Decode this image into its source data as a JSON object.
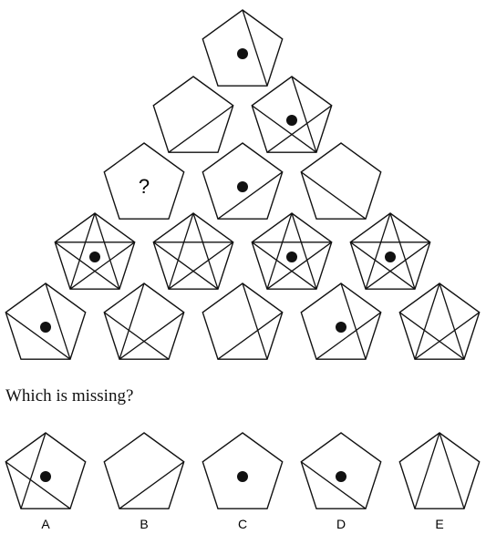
{
  "puzzle": {
    "missing_mark": "?",
    "question": "Which is missing?",
    "rows": [
      [
        {
          "lines": [
            [
              0,
              2
            ]
          ],
          "dot": true
        }
      ],
      [
        {
          "lines": [
            [
              1,
              3
            ]
          ],
          "dot": false
        },
        {
          "lines": [
            [
              0,
              2
            ],
            [
              1,
              3
            ],
            [
              4,
              2
            ]
          ],
          "dot": true
        }
      ],
      [
        {
          "missing": true
        },
        {
          "lines": [
            [
              1,
              3
            ]
          ],
          "dot": true
        },
        {
          "lines": [
            [
              4,
              2
            ]
          ],
          "dot": false
        }
      ],
      [
        {
          "lines": [
            [
              0,
              2
            ],
            [
              2,
              4
            ],
            [
              4,
              1
            ],
            [
              1,
              3
            ],
            [
              3,
              0
            ]
          ],
          "dot": true
        },
        {
          "lines": [
            [
              0,
              2
            ],
            [
              2,
              4
            ],
            [
              4,
              1
            ],
            [
              1,
              3
            ],
            [
              3,
              0
            ]
          ],
          "dot": false
        },
        {
          "lines": [
            [
              0,
              2
            ],
            [
              2,
              4
            ],
            [
              4,
              1
            ],
            [
              1,
              3
            ],
            [
              3,
              0
            ]
          ],
          "dot": true
        },
        {
          "lines": [
            [
              0,
              2
            ],
            [
              2,
              4
            ],
            [
              4,
              1
            ],
            [
              1,
              3
            ],
            [
              3,
              0
            ]
          ],
          "dot": true
        }
      ],
      [
        {
          "lines": [
            [
              0,
              2
            ],
            [
              4,
              2
            ]
          ],
          "dot": true
        },
        {
          "lines": [
            [
              0,
              3
            ],
            [
              1,
              3
            ],
            [
              4,
              2
            ]
          ],
          "dot": false
        },
        {
          "lines": [
            [
              0,
              2
            ],
            [
              1,
              3
            ]
          ],
          "dot": false
        },
        {
          "lines": [
            [
              0,
              2
            ],
            [
              1,
              3
            ]
          ],
          "dot": true
        },
        {
          "lines": [
            [
              0,
              2
            ],
            [
              1,
              3
            ],
            [
              4,
              2
            ],
            [
              0,
              3
            ]
          ],
          "dot": false
        }
      ]
    ]
  },
  "options": [
    {
      "label": "A",
      "lines": [
        [
          0,
          3
        ],
        [
          4,
          2
        ]
      ],
      "dot": true
    },
    {
      "label": "B",
      "lines": [
        [
          1,
          3
        ]
      ],
      "dot": false
    },
    {
      "label": "C",
      "lines": [],
      "dot": true
    },
    {
      "label": "D",
      "lines": [
        [
          4,
          2
        ]
      ],
      "dot": true
    },
    {
      "label": "E",
      "lines": [
        [
          0,
          2
        ],
        [
          0,
          3
        ]
      ],
      "dot": false
    }
  ]
}
